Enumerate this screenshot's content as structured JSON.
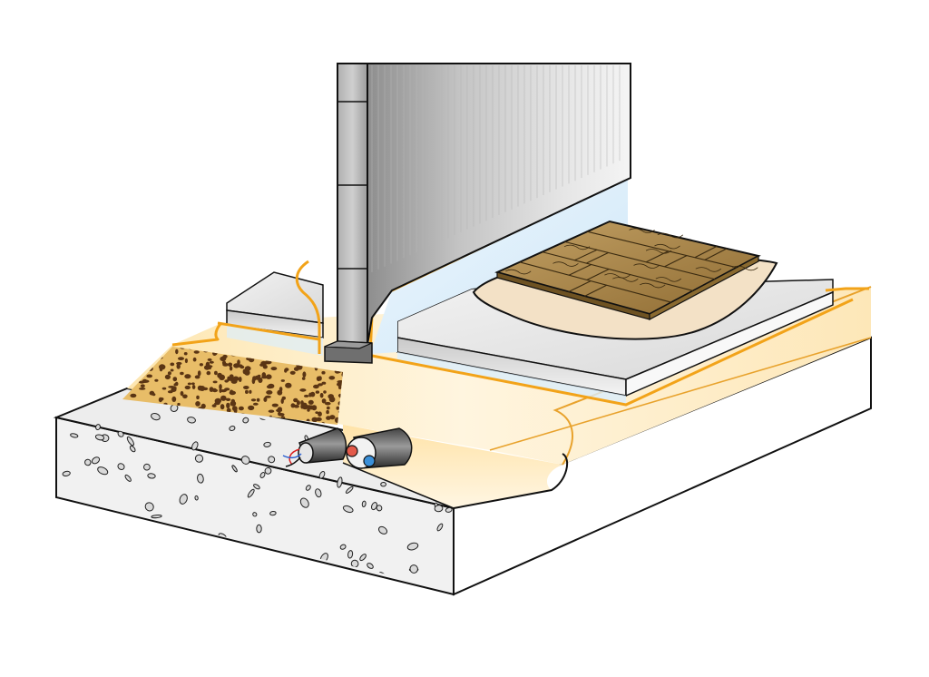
{
  "figure": {
    "subject": "floor-wall-junction-cross-section",
    "has_text": false
  },
  "colors": {
    "background": "#ffffff",
    "outline": "#111111",
    "sealing_tape": "#f2a319",
    "sealing_tape_light": "#ffe9b8",
    "screed_top": "#fbeecf",
    "concrete": "#eeeeee",
    "concrete_side": "#ffffff",
    "gravel_fill": "#e3b45a",
    "gravel_dots": "#5a3514",
    "insulation_board": "#e4e4e4",
    "insulation_edge": "#f5f5f5",
    "membrane_blue": "#dbeefb",
    "parquet": "#a98548",
    "parquet_dark": "#6e5222",
    "underlay": "#f3e1c6",
    "wall": "#d0d0d0",
    "wall_shadow": "#8c8c8c",
    "pipe_red": "#e35a4a",
    "pipe_blue": "#3a8fd8",
    "cable_red": "#d92020",
    "cable_blue": "#2a5fd0"
  },
  "parts": [
    {
      "id": "wall",
      "icon": "masonry-wall-icon"
    },
    {
      "id": "sealing-tape",
      "icon": "sealing-tape-icon"
    },
    {
      "id": "insulation-boards",
      "icon": "insulation-board-icon"
    },
    {
      "id": "parquet-tile",
      "icon": "parquet-tile-icon"
    },
    {
      "id": "underlay",
      "icon": "underlay-icon"
    },
    {
      "id": "screed",
      "icon": "screed-layer-icon"
    },
    {
      "id": "gravel-fill",
      "icon": "gravel-fill-icon"
    },
    {
      "id": "concrete-slab",
      "icon": "concrete-slab-icon"
    },
    {
      "id": "insulated-pipes",
      "icon": "pipe-icon"
    },
    {
      "id": "electric-cables",
      "icon": "cable-icon"
    }
  ]
}
